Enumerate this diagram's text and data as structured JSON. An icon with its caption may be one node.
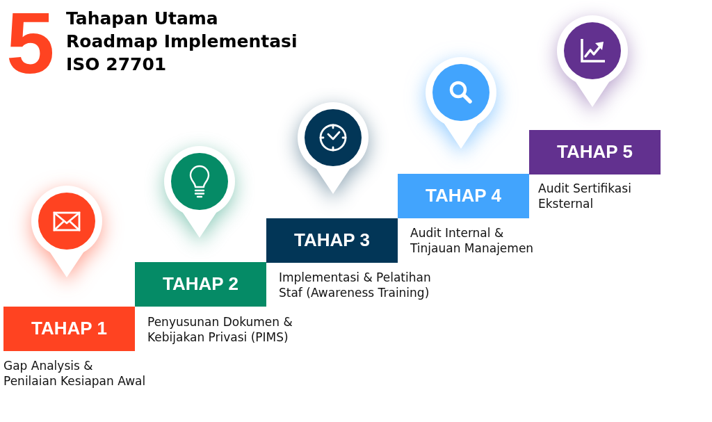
{
  "diagram": {
    "title": "Tahapan Utama Roadmap Implementasi ISO 27701",
    "nodes": [
      {
        "text": [
          "TAHAP 1"
        ],
        "beside": [
          "Gap Analysis & Penilaian Kesiapan Awal"
        ]
      },
      {
        "text": [
          "TAHAP 2"
        ],
        "beside": [
          "Penyusunan Dokumen & Kebijakan Privasi (PIMS)"
        ]
      },
      {
        "text": [
          "TAHAP 3"
        ],
        "beside": [
          "Implementasi & Pelatihan Staf (Awareness Training)"
        ]
      },
      {
        "text": [
          "TAHAP 4"
        ],
        "beside": [
          "Audit Internal & Tinjauan Manajemen"
        ]
      },
      {
        "text": [
          "TAHAP 5"
        ],
        "beside": [
          "Audit Sertifikasi Eksternal"
        ]
      }
    ],
    "labels": [
      "5"
    ]
  }
}
